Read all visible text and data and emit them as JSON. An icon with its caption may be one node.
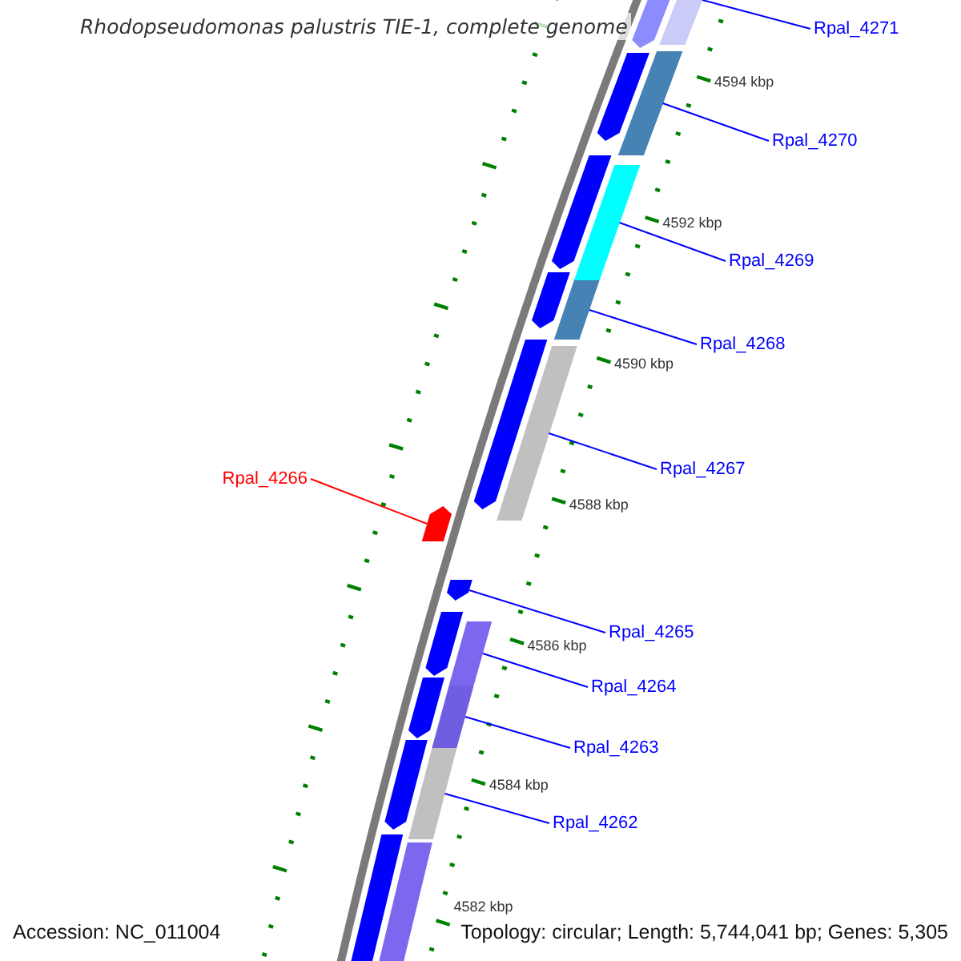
{
  "diagram": {
    "title": "Rhodopseudomonas palustris TIE-1, complete genome",
    "nodes": [
      {
        "text": [
          "Rpal_4271"
        ]
      },
      {
        "text": [],
        "shape": "box"
      },
      {
        "text": [
          "Rpal_4270"
        ]
      },
      {
        "text": [],
        "shape": "box"
      },
      {
        "text": [
          "Rpal_4269"
        ]
      },
      {
        "text": [],
        "shape": "box"
      },
      {
        "text": [
          "Rpal_4268"
        ]
      },
      {
        "text": [],
        "shape": "box"
      },
      {
        "text": [
          "Rpal_4267"
        ]
      },
      {
        "text": [],
        "shape": "box"
      },
      {
        "text": [
          "Rpal_4266"
        ]
      },
      {
        "text": [],
        "shape": "pentagon"
      },
      {
        "text": [
          "Rpal_4265"
        ]
      },
      {
        "text": [],
        "shape": "pentagon"
      },
      {
        "text": [
          "Rpal_4264"
        ]
      },
      {
        "text": [],
        "shape": "box"
      },
      {
        "text": [
          "Rpal_4263"
        ]
      },
      {
        "text": [],
        "shape": "box"
      },
      {
        "text": [
          "Rpal_4262"
        ]
      },
      {
        "text": [],
        "shape": "box"
      },
      {
        "text": [],
        "shape": "pentagon"
      },
      {
        "text": [],
        "shape": "pentagon"
      },
      {
        "text": [],
        "shape": "pentagon"
      },
      {
        "text": [],
        "shape": "pentagon"
      },
      {
        "text": [],
        "shape": "pentagon"
      },
      {
        "text": [],
        "shape": "pentagon"
      },
      {
        "text": [],
        "shape": "pentagon"
      },
      {
        "text": [],
        "shape": "pentagon"
      },
      {
        "text": [],
        "shape": "pentagon"
      },
      {
        "text": [],
        "shape": "box"
      }
    ],
    "edges": [
      {
        "from": 0,
        "to": 1,
        "arrow": "none"
      },
      {
        "from": 2,
        "to": 3,
        "arrow": "none"
      },
      {
        "from": 4,
        "to": 5,
        "arrow": "none"
      },
      {
        "from": 6,
        "to": 7,
        "arrow": "none"
      },
      {
        "from": 8,
        "to": 9,
        "arrow": "none"
      },
      {
        "from": 10,
        "to": 11,
        "arrow": "none",
        "color": "#ff0000"
      },
      {
        "from": 12,
        "to": 13,
        "arrow": "none"
      },
      {
        "from": 14,
        "to": 15,
        "arrow": "none"
      },
      {
        "from": 16,
        "to": 17,
        "arrow": "none"
      },
      {
        "from": 18,
        "to": 19,
        "arrow": "none"
      }
    ],
    "labels": [
      "4594 kbp",
      "4592 kbp",
      "4590 kbp",
      "4588 kbp",
      "4586 kbp",
      "4584 kbp",
      "4582 kbp",
      "Accession: NC_011004",
      "Topology: circular; Length: 5,744,041 bp; Genes: 5,305"
    ]
  }
}
